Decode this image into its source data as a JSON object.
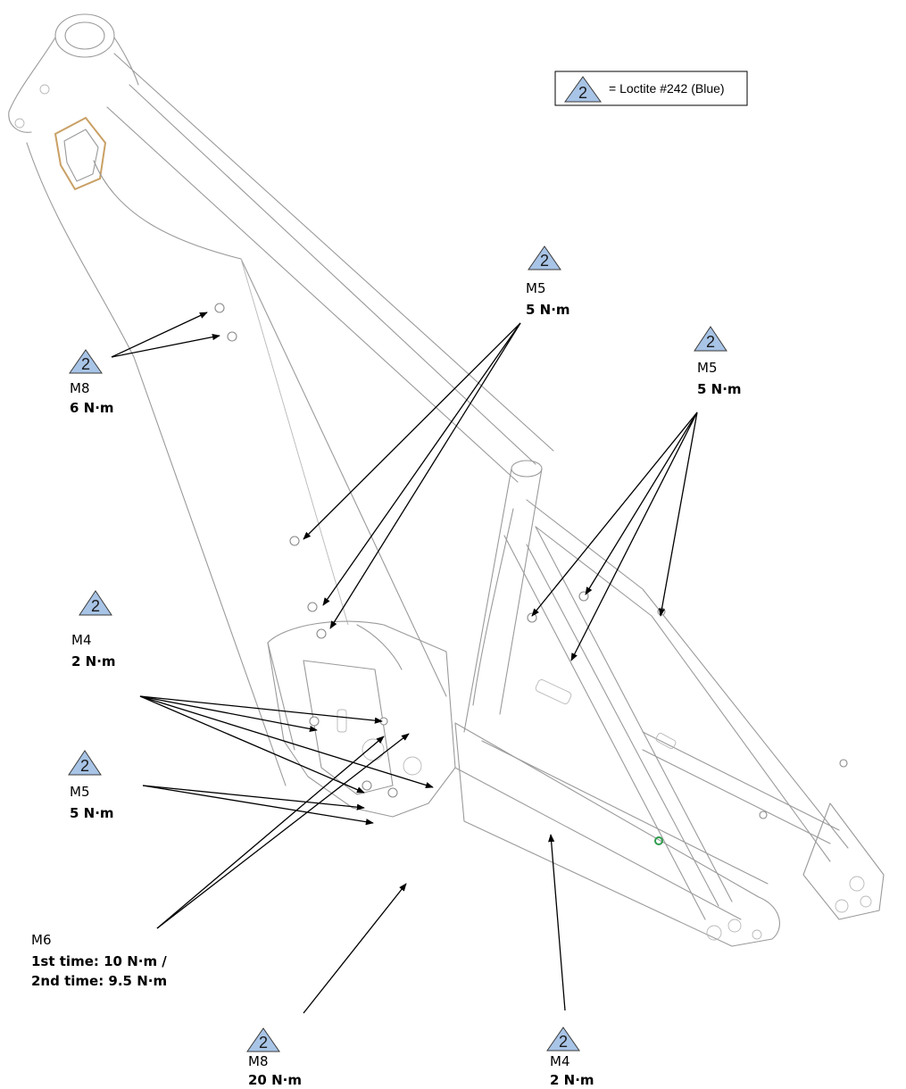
{
  "legend": {
    "symbol_number": "2",
    "text": "= Loctite #242 (Blue)",
    "symbol_color": "#a8c4e6"
  },
  "callouts": [
    {
      "id": "m8-downtube",
      "symbol": "2",
      "size": "M8",
      "torque": "6 N·m"
    },
    {
      "id": "m5-top",
      "symbol": "2",
      "size": "M5",
      "torque": "5 N·m"
    },
    {
      "id": "m5-right",
      "symbol": "2",
      "size": "M5",
      "torque": "5 N·m"
    },
    {
      "id": "m4-upper",
      "symbol": "2",
      "size": "M4",
      "torque": "2 N·m"
    },
    {
      "id": "m5-lower",
      "symbol": "2",
      "size": "M5",
      "torque": "5 N·m"
    },
    {
      "id": "m6",
      "size": "M6",
      "torque_lines": [
        "1st time: 10 N·m /",
        "2nd time: 9.5 N·m"
      ]
    },
    {
      "id": "m8-bottom",
      "symbol": "2",
      "size": "M8",
      "torque": "20 N·m"
    },
    {
      "id": "m4-chainstay",
      "symbol": "2",
      "size": "M4",
      "torque": "2 N·m"
    }
  ],
  "colors": {
    "frame_line": "#9a9a9a",
    "headset_highlight": "#c9a064",
    "accent_hole": "#2e9e4e"
  }
}
